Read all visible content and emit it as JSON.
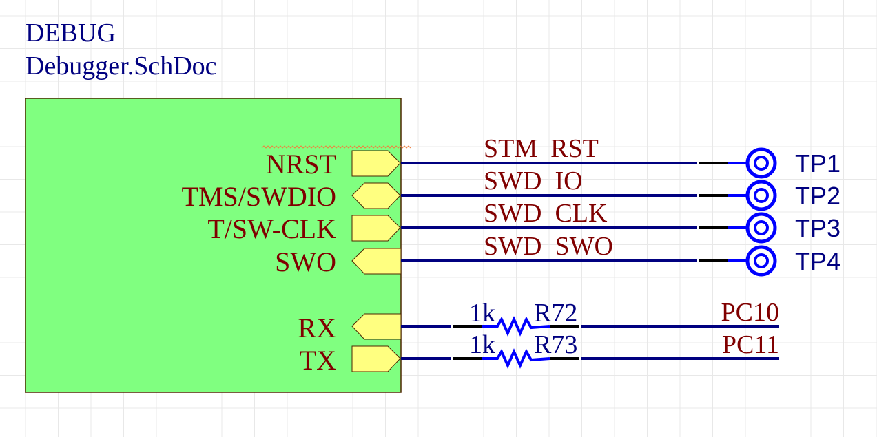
{
  "sheet_symbol": {
    "designator": "DEBUG",
    "filename": "Debugger.SchDoc",
    "fill_color": "#80ff80",
    "border_color": "#4d2600",
    "entries": [
      {
        "name": "NRST",
        "direction": "output"
      },
      {
        "name": "TMS/SWDIO",
        "direction": "bidirectional"
      },
      {
        "name": "T/SW-CLK",
        "direction": "output"
      },
      {
        "name": "SWO",
        "direction": "input"
      },
      {
        "name": "RX",
        "direction": "input"
      },
      {
        "name": "TX",
        "direction": "output"
      }
    ]
  },
  "nets": [
    {
      "label": "STM_RST",
      "display": "STM  RST",
      "testpoint": "TP1"
    },
    {
      "label": "SWD_IO",
      "display": "SWD  IO",
      "testpoint": "TP2"
    },
    {
      "label": "SWD_CLK",
      "display": "SWD  CLK",
      "testpoint": "TP3"
    },
    {
      "label": "SWD_SWO",
      "display": "SWD  SWO",
      "testpoint": "TP4"
    }
  ],
  "resistors": [
    {
      "designator": "R72",
      "value": "1k",
      "net": "PC10"
    },
    {
      "designator": "R73",
      "value": "1k",
      "net": "PC11"
    }
  ],
  "colors": {
    "wire": "#000080",
    "component": "#0000ff",
    "port_fill": "#ffff80",
    "text_dark_red": "#800000",
    "text_navy": "#000080",
    "grid": "#e8e8e8"
  }
}
